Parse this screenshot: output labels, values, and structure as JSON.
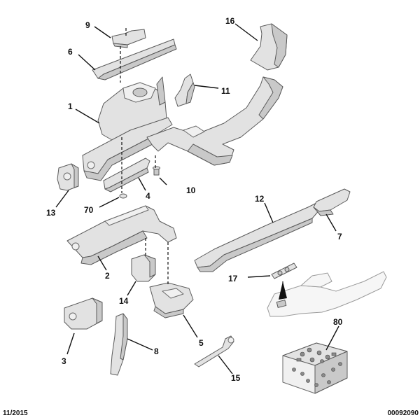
{
  "callouts": {
    "c1": "1",
    "c2": "2",
    "c3": "3",
    "c4": "4",
    "c5": "5",
    "c6": "6",
    "c7": "7",
    "c8": "8",
    "c9": "9",
    "c10": "10",
    "c11": "11",
    "c12": "12",
    "c13": "13",
    "c14": "14",
    "c15": "15",
    "c16": "16",
    "c17": "17",
    "c70": "70",
    "c80": "80"
  },
  "footer": {
    "date": "11/2015",
    "reference": "00092090"
  }
}
